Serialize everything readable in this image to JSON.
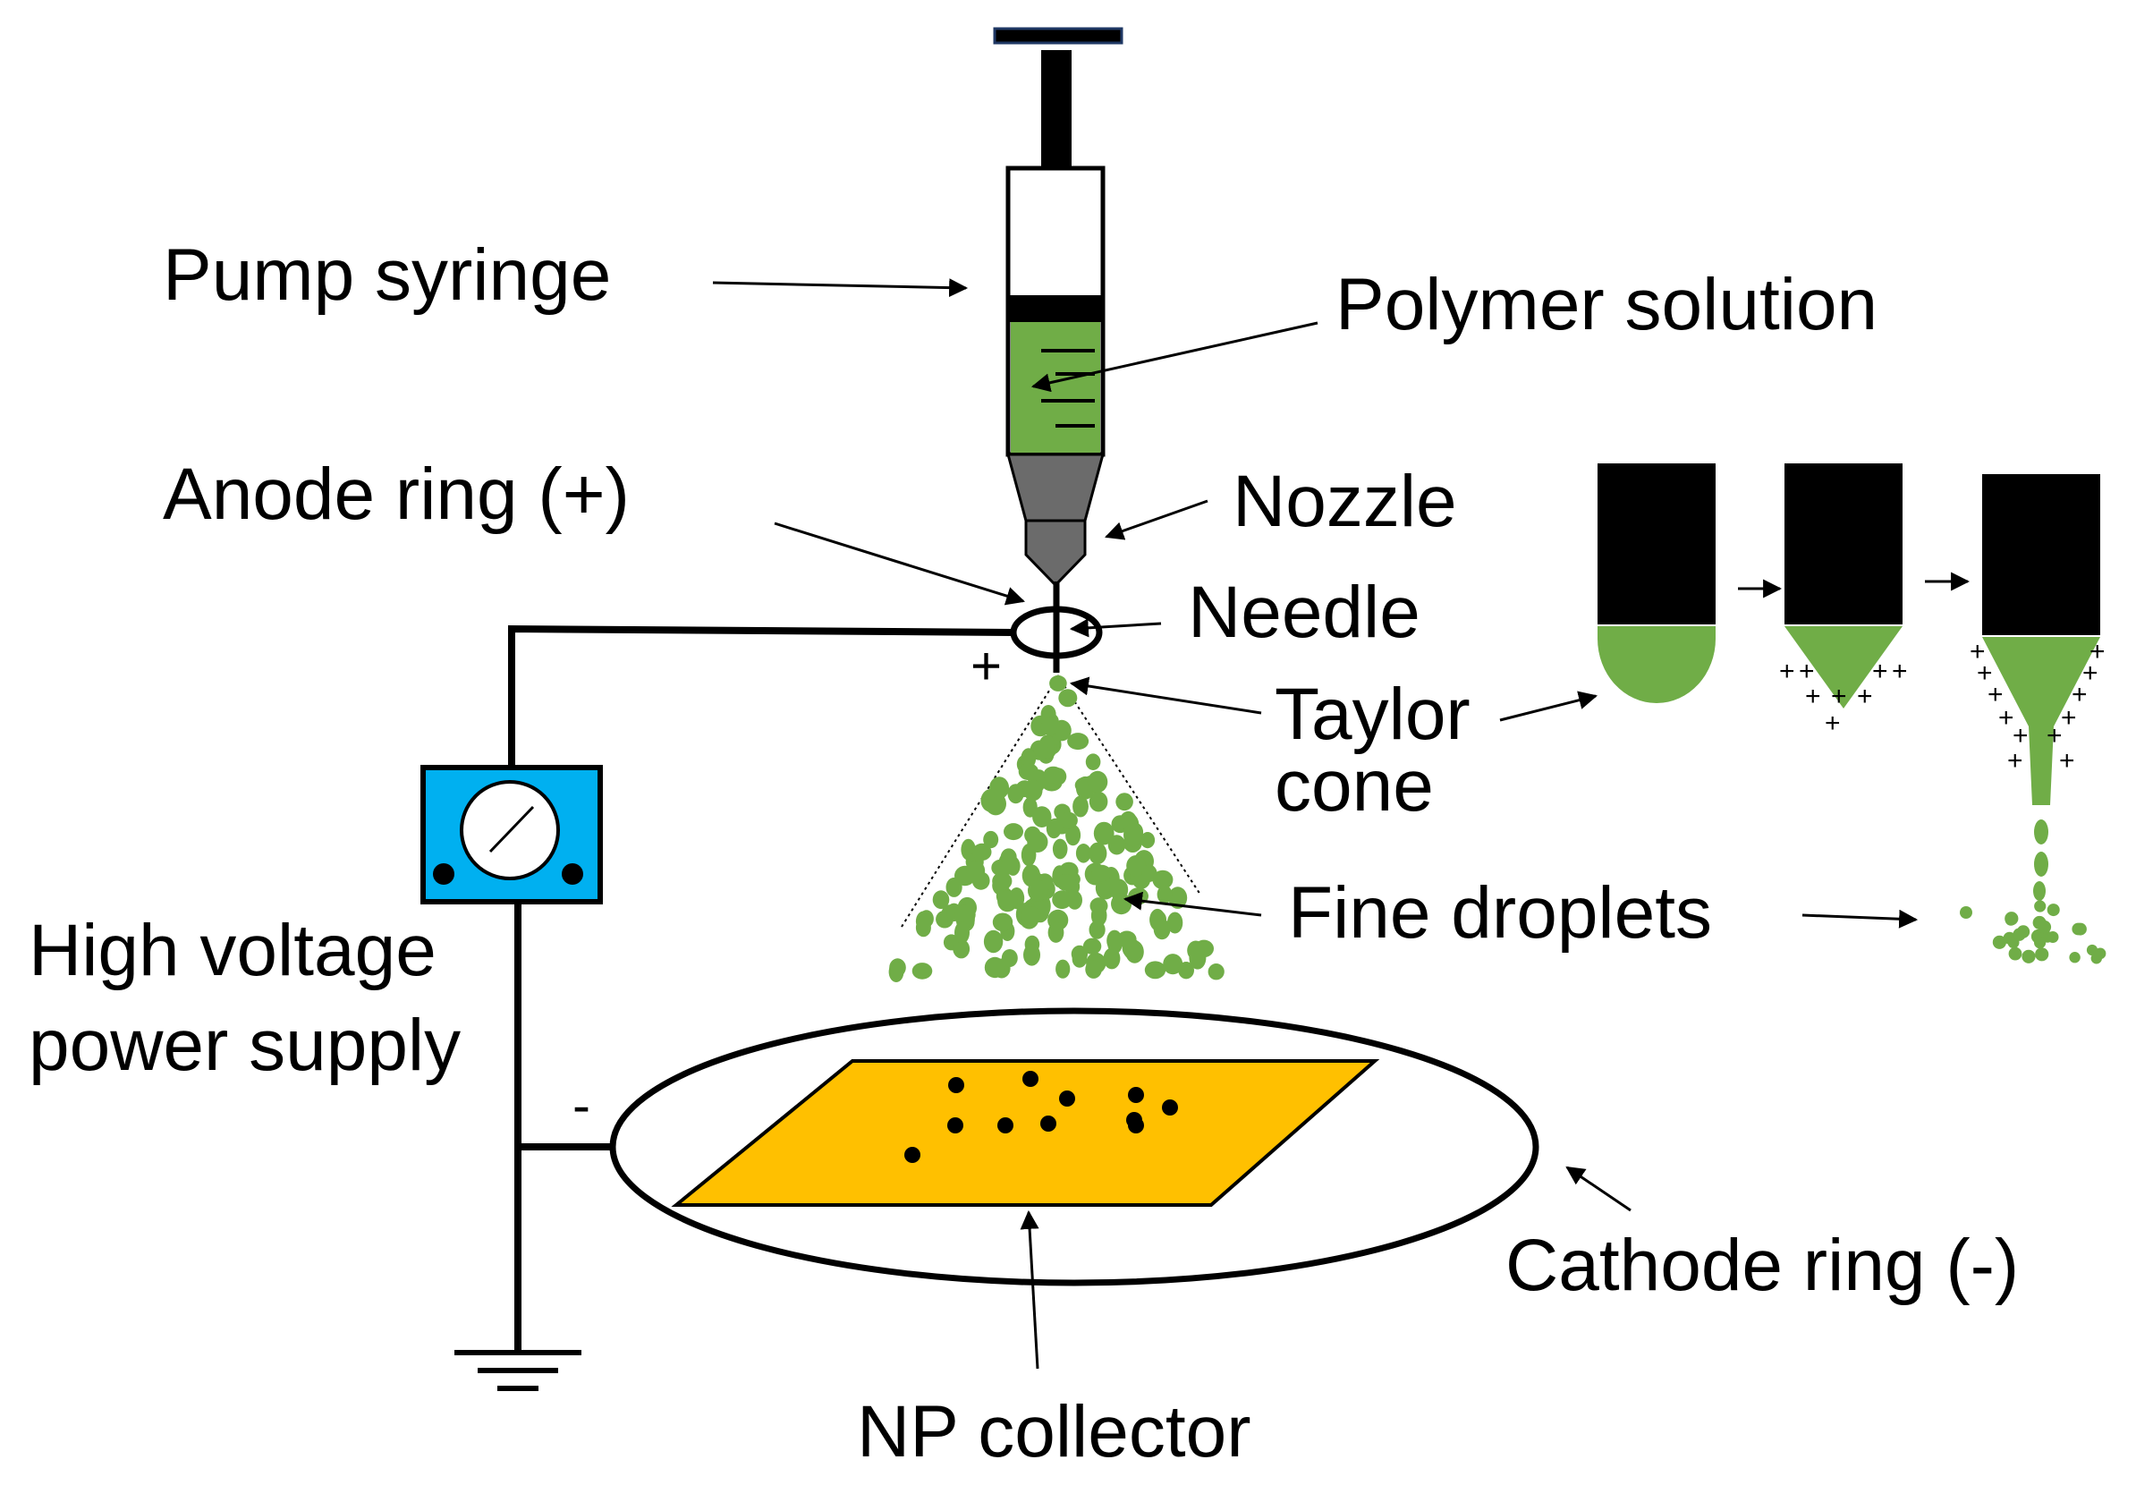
{
  "labels": {
    "pump_syringe": "Pump syringe",
    "polymer_solution": "Polymer solution",
    "anode_ring": "Anode ring (+)",
    "nozzle": "Nozzle",
    "needle": "Needle",
    "taylor_cone_line1": "Taylor",
    "taylor_cone_line2": "cone",
    "high_voltage_line1": "High voltage",
    "high_voltage_line2": "power supply",
    "fine_droplets": "Fine droplets",
    "cathode_ring": "Cathode ring (-)",
    "np_collector": "NP collector"
  },
  "signs": {
    "plus": "+",
    "minus": "-"
  },
  "colors": {
    "polymer_green": "#70ad47",
    "collector_gold": "#ffc000",
    "power_supply_blue": "#00b0f0",
    "nozzle_gray": "#6b6b6b",
    "black": "#000000"
  }
}
